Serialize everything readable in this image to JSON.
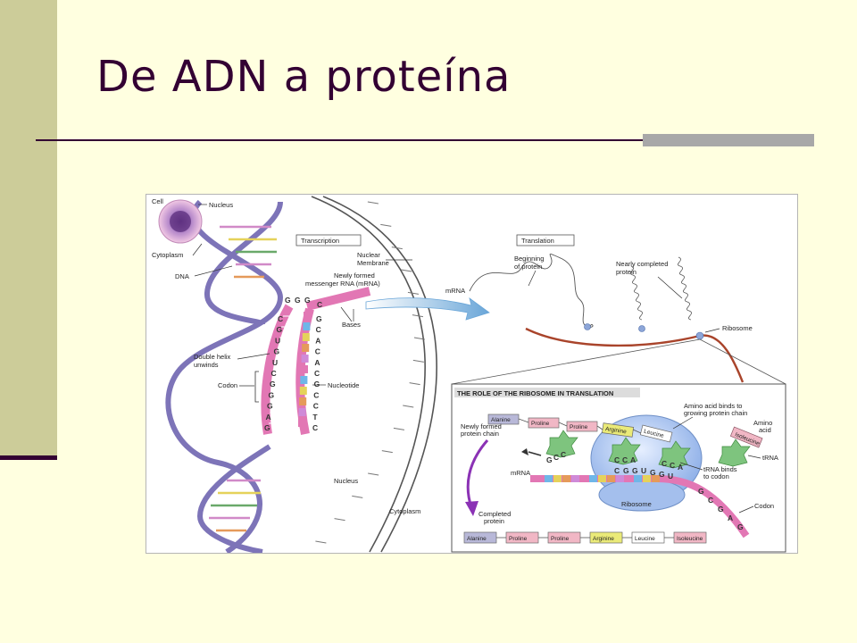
{
  "slide": {
    "title": "De ADN a proteína",
    "colors": {
      "background": "#ffffe0",
      "sidebar": "#cccc99",
      "title": "#330033",
      "accent": "#a8a8a8"
    }
  },
  "figure": {
    "cell": {
      "cell": "Cell",
      "nucleus": "Nucleus",
      "cytoplasm": "Cytoplasm"
    },
    "labels": {
      "dna": "DNA",
      "transcription": "Transcription",
      "nuclear_membrane": [
        "Nuclear",
        "Membrane"
      ],
      "newly_formed_mrna": [
        "Newly formed",
        "messenger RNA (mRNA)"
      ],
      "bases": "Bases",
      "double_helix_unwinds": [
        "Double helix",
        "unwinds"
      ],
      "codon": "Codon",
      "nucleotide": "Nucleotide",
      "nucleus": "Nucleus",
      "cytoplasm": "Cytoplasm",
      "translation": "Translation",
      "mrna": "mRNA",
      "beginning_of_protein": [
        "Beginning",
        "of protein"
      ],
      "nearly_completed_protein": [
        "Nearly completed",
        "protein"
      ],
      "ribosome": "Ribosome"
    },
    "mrna_strand_left": [
      "C",
      "G",
      "U",
      "G",
      "U",
      "C",
      "G",
      "G",
      "G",
      "A",
      "G"
    ],
    "mrna_strand_right": [
      "G",
      "C",
      "A",
      "C",
      "A",
      "C",
      "G",
      "C",
      "C",
      "T",
      "C"
    ],
    "inset": {
      "title": "THE ROLE OF THE RIBOSOME IN TRANSLATION",
      "amino_binds": [
        "Amino acid binds to",
        "growing protein chain"
      ],
      "amino_acid": [
        "Amino",
        "acid"
      ],
      "trna": "tRNA",
      "trna_binds": [
        "tRNA binds",
        "to codon"
      ],
      "newly_formed_chain": [
        "Newly formed",
        "protein chain"
      ],
      "mrna": "mRNA",
      "ribosome": "Ribosome",
      "codon": "Codon",
      "completed_protein": [
        "Completed",
        "protein"
      ],
      "chain": [
        "Alanine",
        "Proline",
        "Proline",
        "Arginine",
        "Leucine"
      ],
      "isoleucine": "Isoleucine",
      "completed_chain": [
        "Alanine",
        "Proline",
        "Proline",
        "Arginine",
        "Leucine",
        "Isoleucine"
      ],
      "anticodon_left": [
        "C",
        "C",
        "A"
      ],
      "anticodon_right": [
        "C",
        "C",
        "A"
      ],
      "mrna_bases_top": [
        "C",
        "G",
        "G",
        "U",
        "G",
        "G",
        "U"
      ],
      "mrna_bases_tail": [
        "G",
        "C",
        "G",
        "A",
        "G"
      ],
      "loose_bases": [
        "G",
        "C",
        "C"
      ]
    }
  }
}
